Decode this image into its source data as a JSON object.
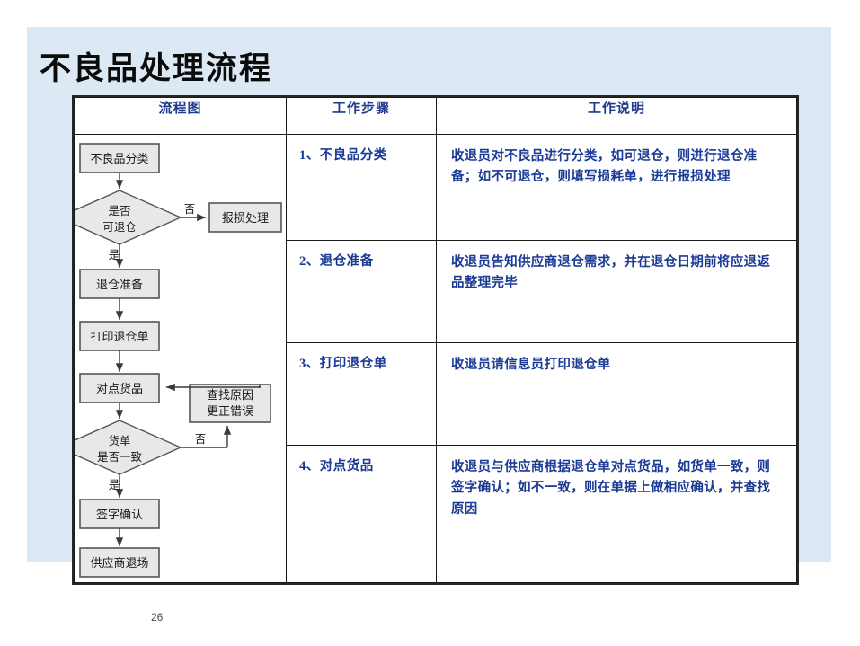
{
  "slide": {
    "title": "不良品处理流程",
    "page_number": "26",
    "background_color": "#dce9f5",
    "accent_text_color": "#1b3a96"
  },
  "table": {
    "headers": {
      "flow": "流程图",
      "step": "工作步骤",
      "desc": "工作说明"
    },
    "rows": [
      {
        "step": "1、不良品分类",
        "desc": "收退员对不良品进行分类，如可退仓，则进行退仓准备；如不可退仓，则填写损耗单，进行报损处理"
      },
      {
        "step": "2、退仓准备",
        "desc": "收退员告知供应商退仓需求，并在退仓日期前将应退返品整理完毕"
      },
      {
        "step": "3、打印退仓单",
        "desc": "收退员请信息员打印退仓单"
      },
      {
        "step": "4、对点货品",
        "desc": "收退员与供应商根据退仓单对点货品，如货单一致，则签字确认；如不一致，则在单据上做相应确认，并查找原因"
      }
    ]
  },
  "flowchart": {
    "type": "flowchart",
    "fill_color": "#e8e8e8",
    "stroke_color": "#555555",
    "nodes": [
      {
        "id": "n1",
        "shape": "process",
        "label": "不良品分类"
      },
      {
        "id": "d1",
        "shape": "decision",
        "label_line1": "是否",
        "label_line2": "可退仓"
      },
      {
        "id": "n2",
        "shape": "process",
        "label": "报损处理"
      },
      {
        "id": "n3",
        "shape": "process",
        "label": "退仓准备"
      },
      {
        "id": "n4",
        "shape": "process",
        "label": "打印退仓单"
      },
      {
        "id": "n5",
        "shape": "process",
        "label": "对点货品"
      },
      {
        "id": "d2",
        "shape": "decision",
        "label_line1": "货单",
        "label_line2": "是否一致"
      },
      {
        "id": "n6",
        "shape": "process",
        "label_line1": "查找原因",
        "label_line2": "更正错误"
      },
      {
        "id": "n7",
        "shape": "process",
        "label": "签字确认"
      },
      {
        "id": "n8",
        "shape": "process",
        "label": "供应商退场"
      }
    ],
    "edges": [
      {
        "from": "n1",
        "to": "d1",
        "label": ""
      },
      {
        "from": "d1",
        "to": "n2",
        "label": "否"
      },
      {
        "from": "d1",
        "to": "n3",
        "label": "是"
      },
      {
        "from": "n3",
        "to": "n4",
        "label": ""
      },
      {
        "from": "n4",
        "to": "n5",
        "label": ""
      },
      {
        "from": "n5",
        "to": "d2",
        "label": ""
      },
      {
        "from": "d2",
        "to": "n6",
        "label": "否"
      },
      {
        "from": "n6",
        "to": "n5",
        "label": ""
      },
      {
        "from": "d2",
        "to": "n7",
        "label": "是"
      },
      {
        "from": "n7",
        "to": "n8",
        "label": ""
      }
    ]
  }
}
